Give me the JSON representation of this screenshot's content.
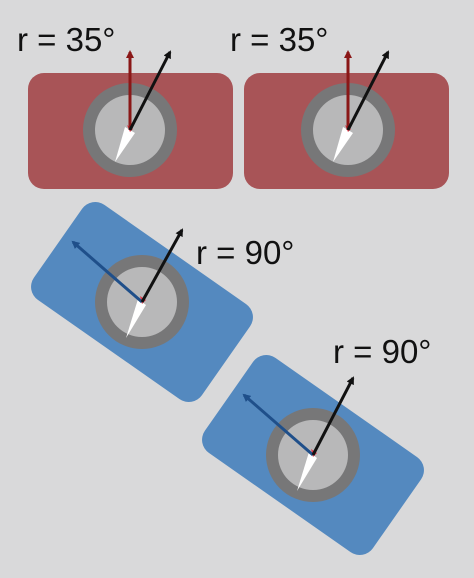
{
  "labels": {
    "top_left": "r = 35°",
    "top_right": "r = 35°",
    "middle": "r = 90°",
    "bottom": "r = 90°"
  },
  "colors": {
    "background": "#d9d9da",
    "red_card": "#a85457",
    "blue_card": "#5489bf",
    "dial_ring": "#777778",
    "dial_face": "#b8b8b9",
    "needle_white": "#ffffff",
    "needle_red": "#e03a4a",
    "arrow_black": "#111111",
    "arrow_dark_red": "#8a1717",
    "arrow_dark_blue": "#1f4f8a"
  },
  "icons": {
    "compass": "compass-dial-icon",
    "arrow": "direction-arrow-icon"
  }
}
